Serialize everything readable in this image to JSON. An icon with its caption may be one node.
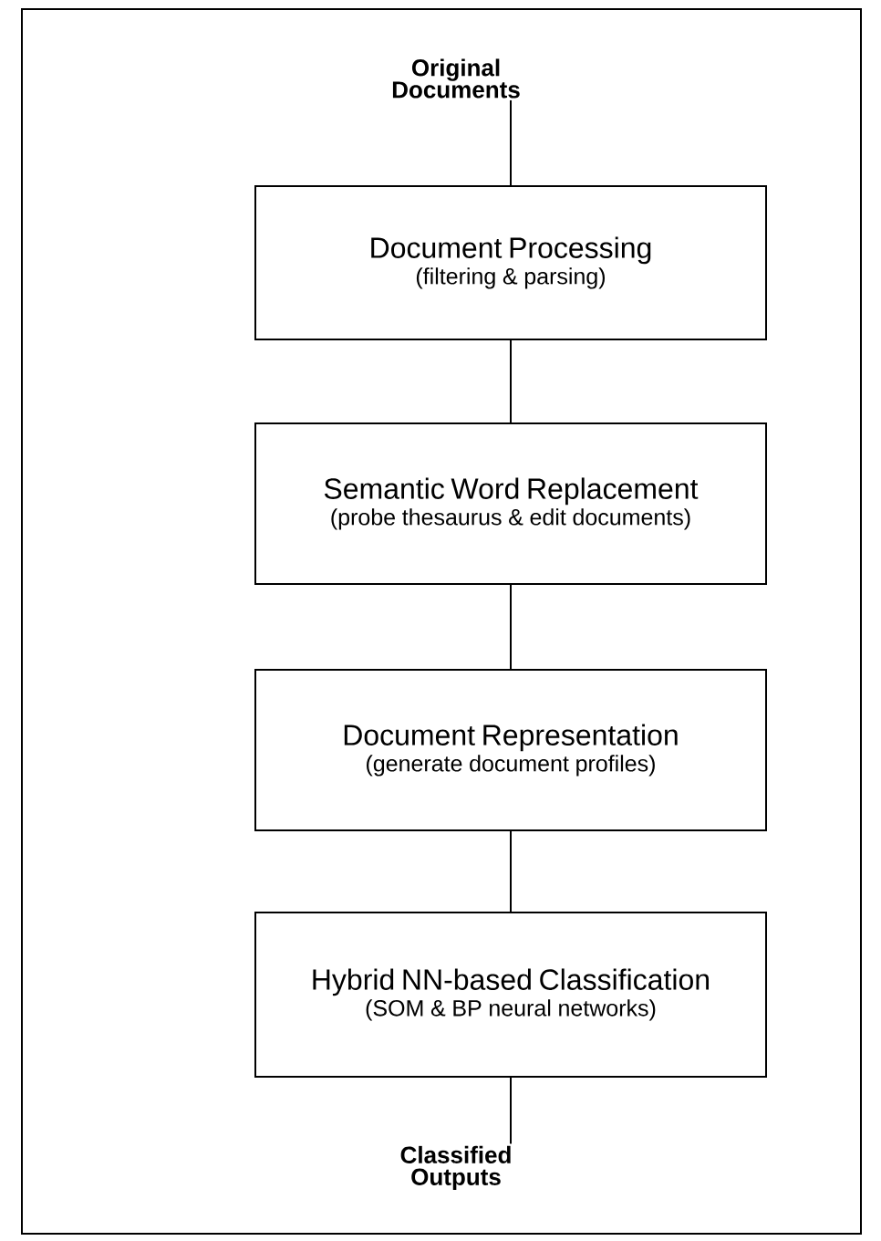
{
  "diagram": {
    "nodes": [
      {
        "text": [
          "Original Documents"
        ]
      },
      {
        "text": [
          "Document Processing",
          "(filtering & parsing)"
        ]
      },
      {
        "text": [
          "Semantic Word Replacement",
          "(probe thesaurus & edit documents)"
        ]
      },
      {
        "text": [
          "Document Representation",
          "(generate document profiles)"
        ]
      },
      {
        "text": [
          "Hybrid NN-based Classification",
          "(SOM & BP neural networks)"
        ]
      },
      {
        "text": [
          "Classified Outputs"
        ]
      }
    ],
    "edges": [
      {
        "from": 0,
        "to": 1,
        "arrow": "none"
      },
      {
        "from": 1,
        "to": 2,
        "arrow": "none"
      },
      {
        "from": 2,
        "to": 3,
        "arrow": "none"
      },
      {
        "from": 3,
        "to": 4,
        "arrow": "none"
      },
      {
        "from": 4,
        "to": 5,
        "arrow": "none"
      }
    ]
  }
}
